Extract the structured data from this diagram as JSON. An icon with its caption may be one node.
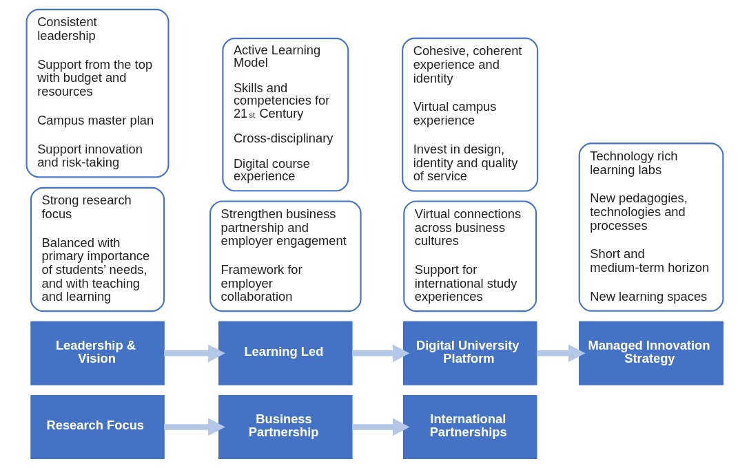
{
  "diagram": {
    "nodes": [
      {
        "text": [
          "Leadership & Vision"
        ]
      },
      {
        "text": [
          "Consistent leadership",
          "Support from the top with budget and resources",
          "Campus master plan",
          "Support innovation and risk-taking"
        ]
      },
      {
        "text": [
          "Learning Led"
        ]
      },
      {
        "text": [
          "Active Learning Model",
          "Skills and competencies for 21$^{st}$ Century",
          "Cross-disciplinary",
          "Digital course experience"
        ]
      },
      {
        "text": [
          "Digital University Platform"
        ]
      },
      {
        "text": [
          "Cohesive, coherent experience and identity",
          "Virtual campus experience",
          "Invest in design, identity and quality of service"
        ]
      },
      {
        "text": [
          "Managed Innovation Strategy"
        ]
      },
      {
        "text": [
          "Technology rich learning labs",
          "New pedagogies, technologies and processes",
          "Short and medium-term horizon",
          "New learning spaces"
        ]
      },
      {
        "text": [
          "Research Focus"
        ]
      },
      {
        "text": [
          "Strong research focus",
          "Balanced with primary importance of students’ needs, and with teaching and learning"
        ]
      },
      {
        "text": [
          "Business Partnership"
        ]
      },
      {
        "text": [
          "Strengthen business partnership and employer engagement",
          "Framework for employer collaboration"
        ]
      },
      {
        "text": [
          "International Partnerships"
        ]
      },
      {
        "text": [
          "Virtual connections across business cultures",
          "Support for international study experiences"
        ]
      }
    ],
    "edges": [
      {
        "from": 0,
        "to": 2,
        "arrow": "to"
      },
      {
        "from": 2,
        "to": 4,
        "arrow": "to"
      },
      {
        "from": 4,
        "to": 6,
        "arrow": "to"
      },
      {
        "from": 8,
        "to": 10,
        "arrow": "to"
      },
      {
        "from": 10,
        "to": 12,
        "arrow": "to"
      }
    ]
  }
}
